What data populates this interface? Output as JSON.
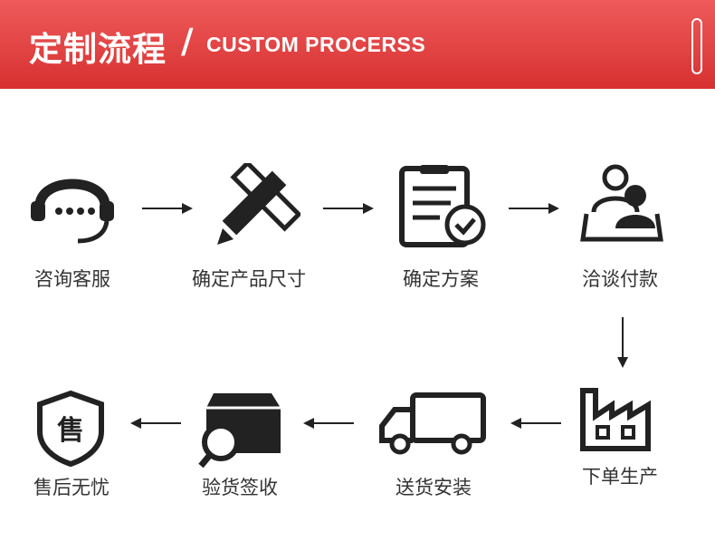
{
  "header": {
    "title_cn": "定制流程",
    "slash": "/",
    "title_en": "CUSTOM PROCERSS"
  },
  "steps": [
    {
      "label": "咨询客服",
      "icon": "headset-icon"
    },
    {
      "label": "确定产品尺寸",
      "icon": "ruler-pencil-icon"
    },
    {
      "label": "确定方案",
      "icon": "clipboard-check-icon"
    },
    {
      "label": "洽谈付款",
      "icon": "meeting-users-icon"
    },
    {
      "label": "下单生产",
      "icon": "factory-icon"
    },
    {
      "label": "送货安装",
      "icon": "delivery-truck-icon"
    },
    {
      "label": "验货签收",
      "icon": "inspect-box-icon"
    },
    {
      "label": "售后无忧",
      "icon": "after-sales-shield-icon"
    }
  ],
  "shield_char": "售",
  "colors": {
    "header_top": "#ef5a5a",
    "header_bottom": "#d73131",
    "icon": "#222222",
    "text": "#333333"
  }
}
